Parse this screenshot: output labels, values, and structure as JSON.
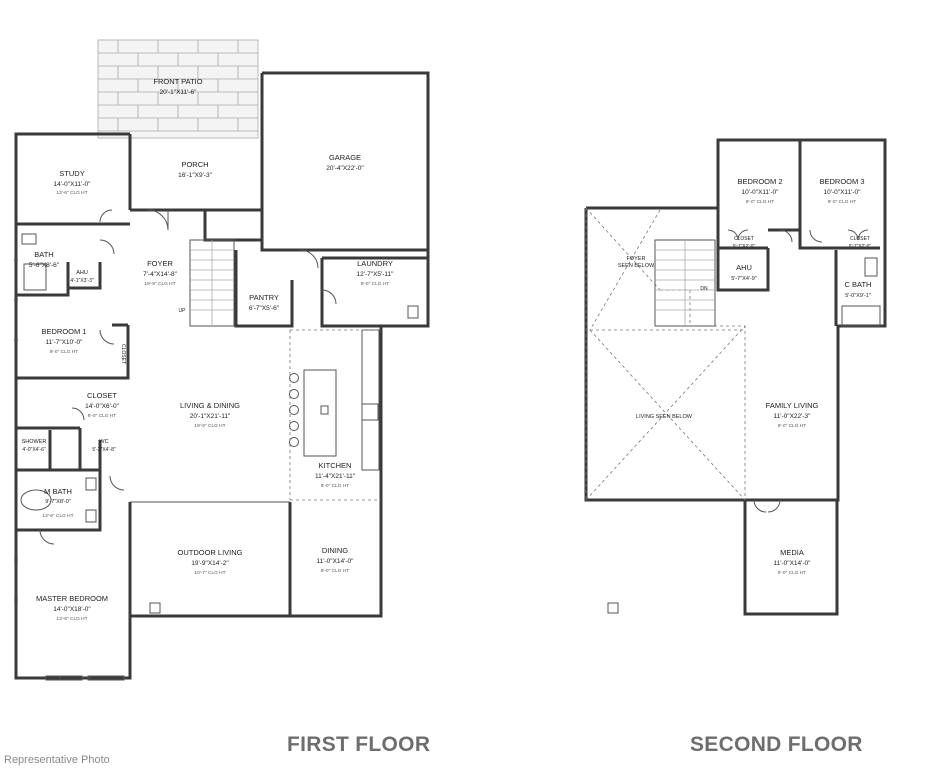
{
  "floors": [
    {
      "title": "FIRST FLOOR",
      "rooms": [
        {
          "name": "FRONT PATIO",
          "dims": "20'-1\"X11'-6\"",
          "clg": ""
        },
        {
          "name": "PORCH",
          "dims": "16'-1\"X9'-3\"",
          "clg": ""
        },
        {
          "name": "GARAGE",
          "dims": "20'-4\"X22'-0\"",
          "clg": ""
        },
        {
          "name": "STUDY",
          "dims": "14'-0\"X11'-0\"",
          "clg": "13'-6\" CLG HT"
        },
        {
          "name": "FOYER",
          "dims": "7'-4\"X14'-8\"",
          "clg": "19'-9\" CLG HT"
        },
        {
          "name": "BATH",
          "dims": "5'-6\"X8'-6\"",
          "clg": ""
        },
        {
          "name": "AHU",
          "dims": "4'-1\"X3'-3\"",
          "clg": ""
        },
        {
          "name": "LAUNDRY",
          "dims": "12'-7\"X5'-11\"",
          "clg": "9'-0\" CLG HT"
        },
        {
          "name": "PANTRY",
          "dims": "6'-7\"X5'-6\"",
          "clg": ""
        },
        {
          "name": "BEDROOM 1",
          "dims": "11'-7\"X10'-0\"",
          "clg": "9'-0\" CLG HT"
        },
        {
          "name": "CLOSET",
          "dims": "14'-0\"X6'-0\"",
          "clg": "9'-0\" CLG HT"
        },
        {
          "name": "LIVING & DINING",
          "dims": "20'-1\"X21'-11\"",
          "clg": "19'-9\" CLG HT"
        },
        {
          "name": "SHOWER",
          "dims": "4'-0\"X4'-6\"",
          "clg": ""
        },
        {
          "name": "WC",
          "dims": "5'-2\"X4'-8\"",
          "clg": ""
        },
        {
          "name": "KITCHEN",
          "dims": "11'-4\"X21'-11\"",
          "clg": "9'-0\" CLG HT"
        },
        {
          "name": "M BATH",
          "dims": "9'-7\"X8'-0\"",
          "clg": "13'-6\" CLG HT"
        },
        {
          "name": "OUTDOOR LIVING",
          "dims": "19'-9\"X14'-2\"",
          "clg": "10'-7\" CLG HT"
        },
        {
          "name": "DINING",
          "dims": "11'-0\"X14'-0\"",
          "clg": "9'-0\" CLG HT"
        },
        {
          "name": "MASTER BEDROOM",
          "dims": "14'-0\"X18'-0\"",
          "clg": "13'-6\" CLG HT"
        }
      ],
      "labels": {
        "closet_vertical": "CLOSET",
        "up": "UP"
      }
    },
    {
      "title": "SECOND FLOOR",
      "rooms": [
        {
          "name": "BEDROOM 2",
          "dims": "10'-0\"X11'-0\"",
          "clg": "9'-0\" CLG HT"
        },
        {
          "name": "BEDROOM 3",
          "dims": "10'-0\"X11'-0\"",
          "clg": "9'-0\" CLG HT"
        },
        {
          "name": "CLOSET",
          "dims": "5'-7\"X2'-0\"",
          "clg": ""
        },
        {
          "name": "CLOSET",
          "dims": "5'-7\"X2'-0\"",
          "clg": ""
        },
        {
          "name": "AHU",
          "dims": "5'-7\"X4'-9\"",
          "clg": ""
        },
        {
          "name": "C BATH",
          "dims": "5'-0\"X9'-1\"",
          "clg": ""
        },
        {
          "name": "FAMILY LIVING",
          "dims": "11'-0\"X22'-3\"",
          "clg": "9'-0\" CLG HT"
        },
        {
          "name": "MEDIA",
          "dims": "11'-0\"X14'-0\"",
          "clg": "9'-0\" CLG HT"
        }
      ],
      "labels": {
        "foyer_line1": "FOYER",
        "foyer_line2": "SEEN BELOW",
        "living_below": "LIVING SEEN BELOW",
        "down": "DN"
      }
    }
  ],
  "watermark": "Representative Photo"
}
